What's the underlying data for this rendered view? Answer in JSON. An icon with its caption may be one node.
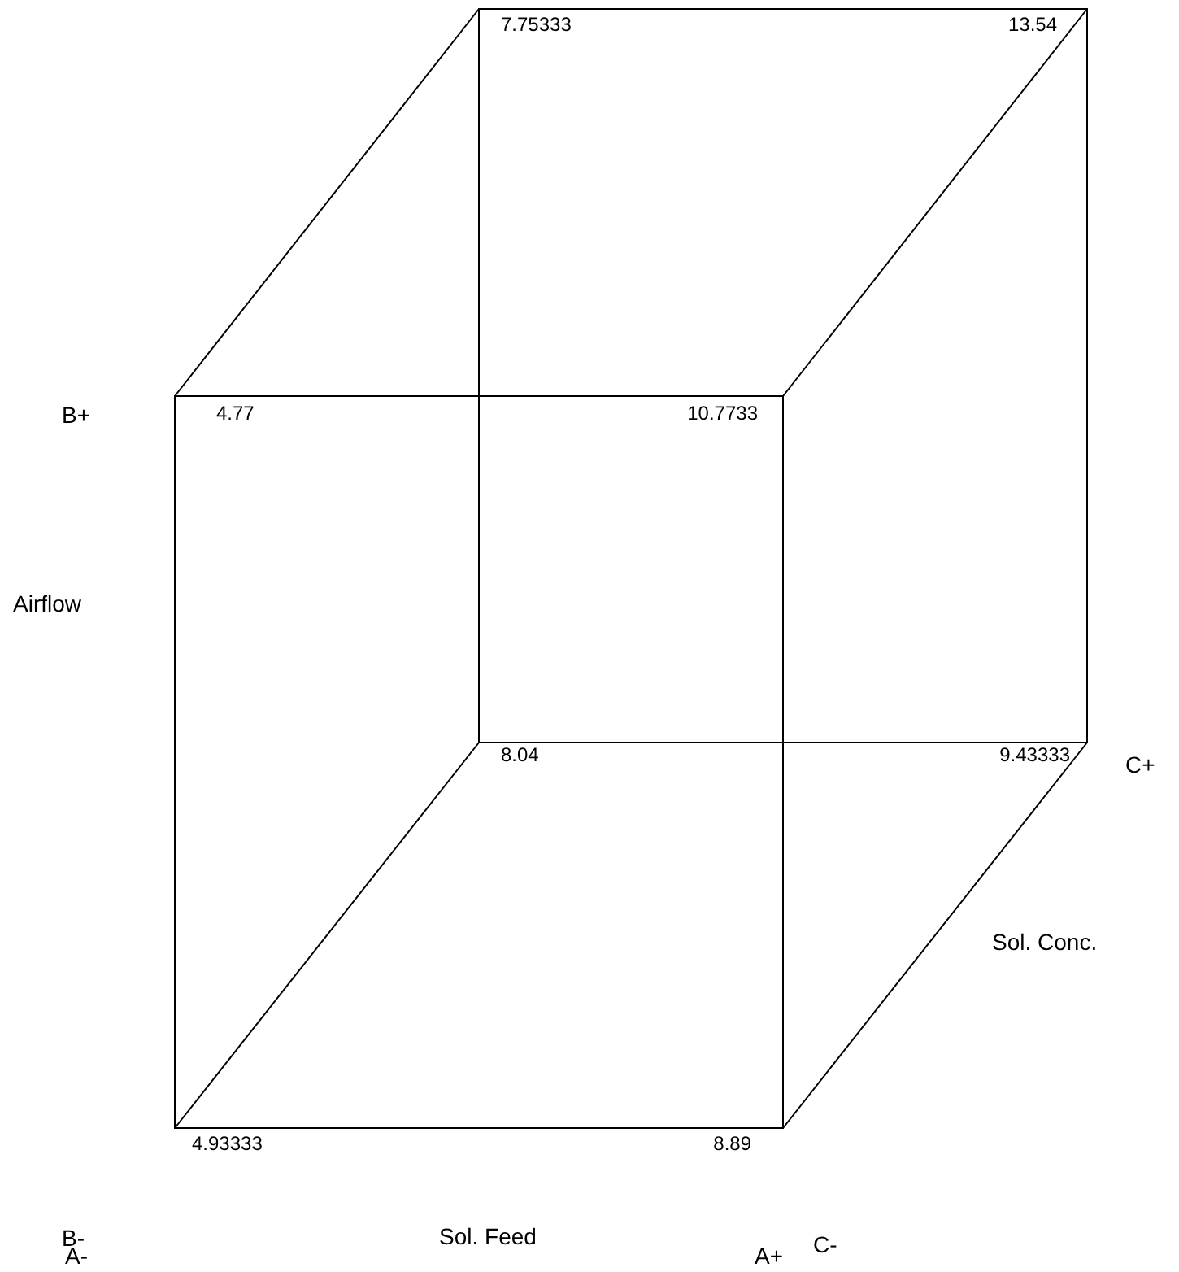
{
  "diagram": {
    "labels": [
      "7.75333",
      "13.54",
      "B+",
      "4.77",
      "10.7733",
      "Airflow",
      "8.04",
      "9.43333",
      "C+",
      "Sol. Conc.",
      "B-",
      "4.93333",
      "8.89",
      "C-",
      "A-",
      "Sol. Feed",
      "A+"
    ]
  }
}
